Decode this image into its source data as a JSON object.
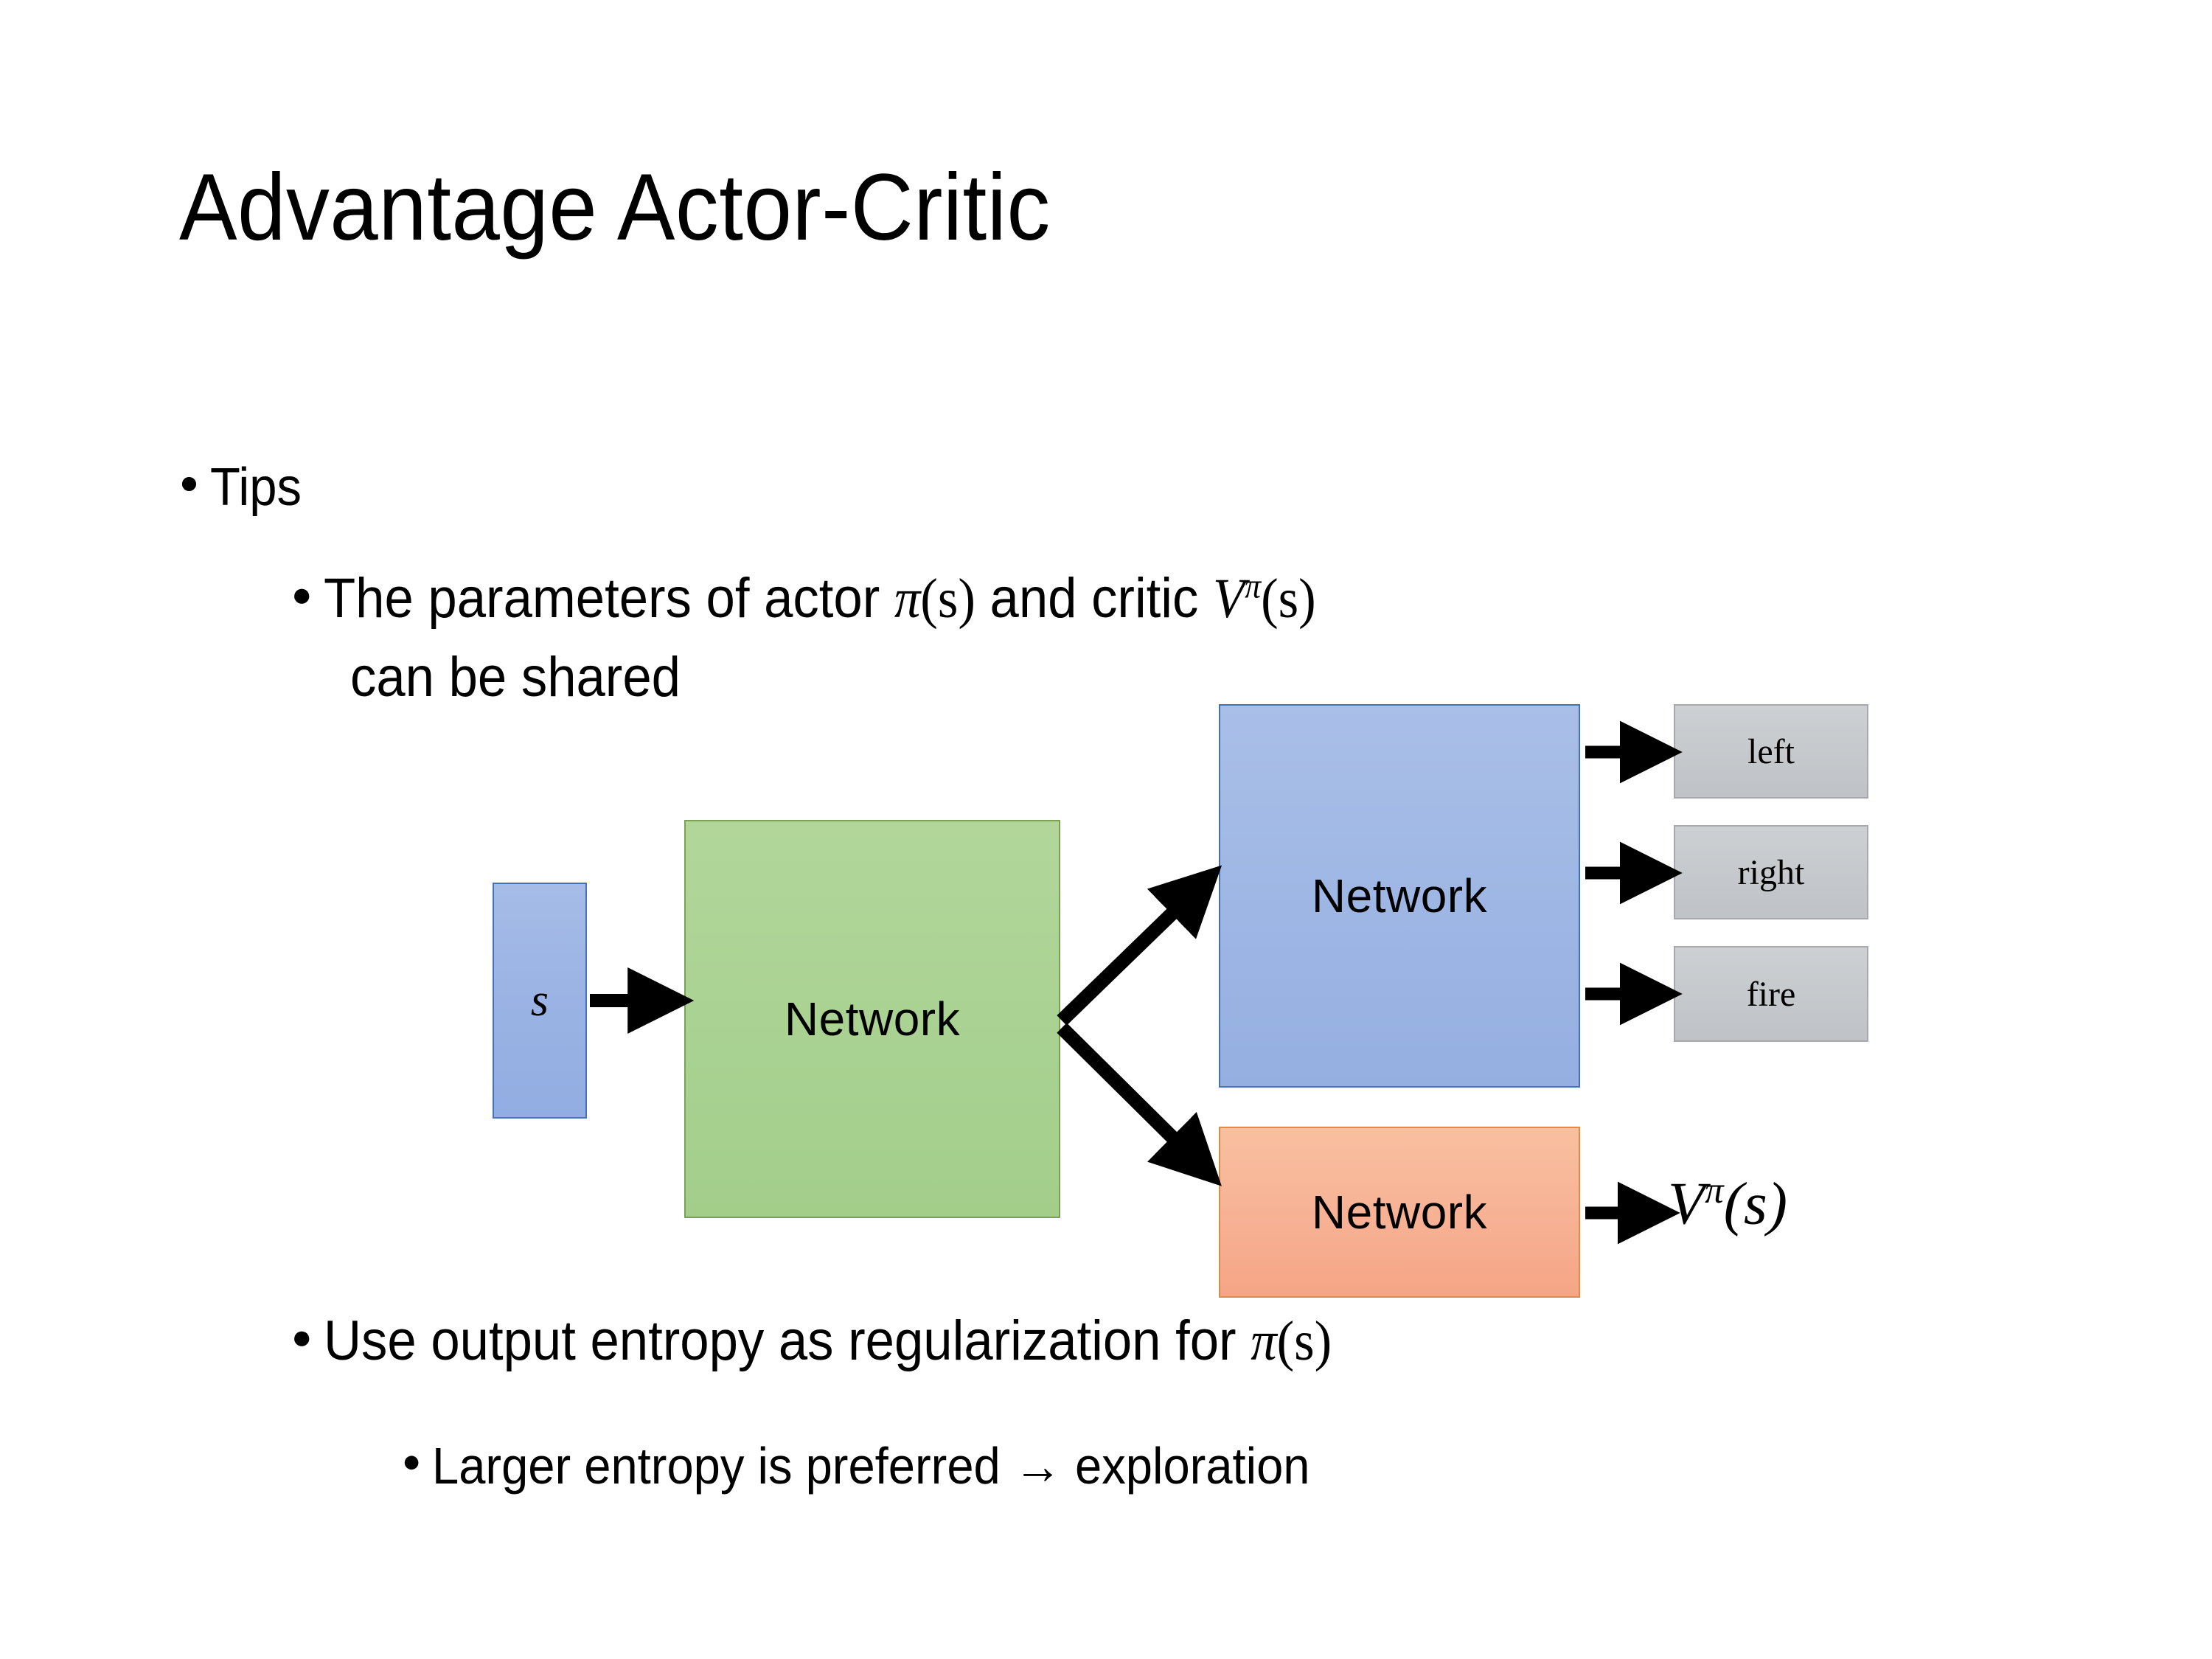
{
  "slide": {
    "title": "Advantage Actor-Critic",
    "background_color": "#ffffff",
    "text_color": "#000000"
  },
  "bullets": {
    "level1": "Tips",
    "level2_line1_a": "The parameters of actor ",
    "level2_line1_math1_pi": "π",
    "level2_line1_math1_args": "(s)",
    "level2_line1_b": "  and critic ",
    "level2_line1_math2_V": "V",
    "level2_line1_math2_sup": "π",
    "level2_line1_math2_args": "(s)",
    "level2_line2": "can be shared",
    "level2_entropy_a": "Use output entropy as regularization for ",
    "level2_entropy_math_pi": "π",
    "level2_entropy_math_args": "(s)",
    "level3_explore": "Larger entropy is preferred → exploration"
  },
  "diagram": {
    "input_box": {
      "label": "s",
      "fill": "#9ab3e4",
      "border": "#4472b8"
    },
    "shared_network": {
      "label": "Network",
      "fill": "#a9d292",
      "border": "#79a353"
    },
    "actor_network": {
      "label": "Network",
      "fill": "#9eb6e4",
      "border": "#4472b8"
    },
    "critic_network": {
      "label": "Network",
      "fill": "#f7b194",
      "border": "#e08a47"
    },
    "actions": [
      {
        "label": "left",
        "fill": "#c6cacd",
        "border": "#a6aaae"
      },
      {
        "label": "right",
        "fill": "#c6cacd",
        "border": "#a6aaae"
      },
      {
        "label": "fire",
        "fill": "#c6cacd",
        "border": "#a6aaae"
      }
    ],
    "value_output": {
      "V": "V",
      "sup": "π",
      "args": "(s)"
    },
    "arrow_color": "#000000"
  }
}
